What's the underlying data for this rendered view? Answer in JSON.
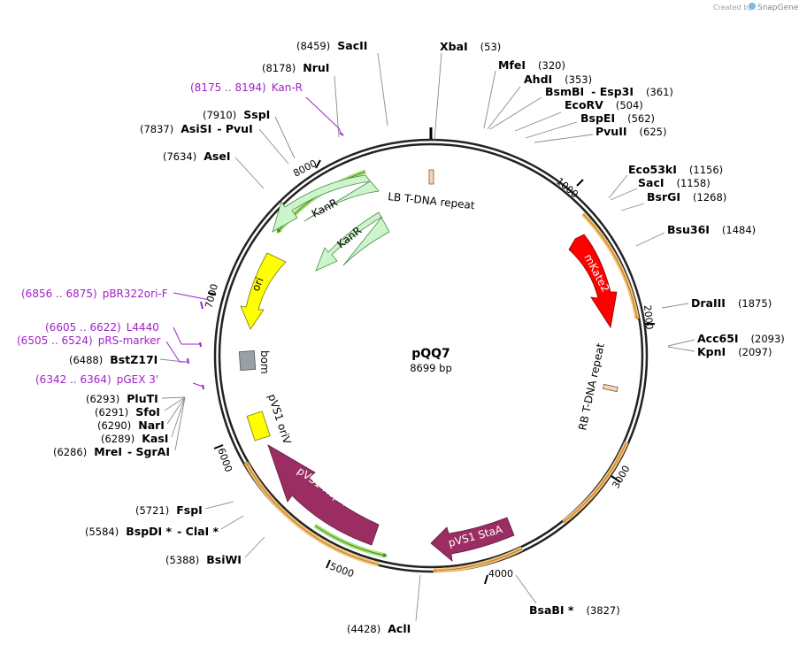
{
  "header": {
    "created_by": "Created by",
    "brand": "SnapGene",
    "brand_icon": "snapgene-logo-icon"
  },
  "plasmid": {
    "name": "pQQ7",
    "length_label": "8699 bp",
    "length": 8699
  },
  "ticks": [
    "1000",
    "2000",
    "3000",
    "4000",
    "5000",
    "6000",
    "7000",
    "8000"
  ],
  "sites": [
    {
      "id": "xbai",
      "name": "XbaI",
      "pos": "(53)"
    },
    {
      "id": "mfei",
      "name": "MfeI",
      "pos": "(320)"
    },
    {
      "id": "ahdi",
      "name": "AhdI",
      "pos": "(353)"
    },
    {
      "id": "bsmbi",
      "name": "BsmBI",
      "name2": "Esp3I",
      "pos": "(361)"
    },
    {
      "id": "ecorv",
      "name": "EcoRV",
      "pos": "(504)"
    },
    {
      "id": "bspei",
      "name": "BspEI",
      "pos": "(562)"
    },
    {
      "id": "pvuii",
      "name": "PvuII",
      "pos": "(625)"
    },
    {
      "id": "eco53ki",
      "name": "Eco53kI",
      "pos": "(1156)"
    },
    {
      "id": "saci",
      "name": "SacI",
      "pos": "(1158)"
    },
    {
      "id": "bsrgi",
      "name": "BsrGI",
      "pos": "(1268)"
    },
    {
      "id": "bsu36i",
      "name": "Bsu36I",
      "pos": "(1484)"
    },
    {
      "id": "draiii",
      "name": "DraIII",
      "pos": "(1875)"
    },
    {
      "id": "acc65i",
      "name": "Acc65I",
      "pos": "(2093)"
    },
    {
      "id": "kpni",
      "name": "KpnI",
      "pos": "(2097)"
    },
    {
      "id": "bsabi",
      "name": "BsaBI *",
      "pos": "(3827)"
    },
    {
      "id": "acli",
      "name": "AclI",
      "pos": "(4428)"
    },
    {
      "id": "bsiwi",
      "name": "BsiWI",
      "pos": "(5388)"
    },
    {
      "id": "bspdi",
      "name": "BspDI *",
      "name2": "ClaI *",
      "pos": "(5584)"
    },
    {
      "id": "fspi",
      "name": "FspI",
      "pos": "(5721)"
    },
    {
      "id": "mrei",
      "name": "MreI",
      "name2": "SgrAI",
      "pos": "(6286)"
    },
    {
      "id": "kasi",
      "name": "KasI",
      "pos": "(6289)"
    },
    {
      "id": "nari",
      "name": "NarI",
      "pos": "(6290)"
    },
    {
      "id": "sfoi",
      "name": "SfoI",
      "pos": "(6291)"
    },
    {
      "id": "pluti",
      "name": "PluTI",
      "pos": "(6293)"
    },
    {
      "id": "bstz17i",
      "name": "BstZ17I",
      "pos": "(6488)"
    },
    {
      "id": "asei",
      "name": "AseI",
      "pos": "(7634)"
    },
    {
      "id": "asisi",
      "name": "AsiSI",
      "name2": "PvuI",
      "pos": "(7837)"
    },
    {
      "id": "sspi",
      "name": "SspI",
      "pos": "(7910)"
    },
    {
      "id": "nrui",
      "name": "NruI",
      "pos": "(8178)"
    },
    {
      "id": "sacii",
      "name": "SacII",
      "pos": "(8459)"
    }
  ],
  "primers": [
    {
      "id": "kanr",
      "range": "(8175 .. 8194)",
      "name": "Kan-R"
    },
    {
      "id": "pbr322",
      "range": "(6856 .. 6875)",
      "name": "pBR322ori-F"
    },
    {
      "id": "l4440",
      "range": "(6605 .. 6622)",
      "name": "L4440"
    },
    {
      "id": "prs",
      "range": "(6505 .. 6524)",
      "name": "pRS-marker"
    },
    {
      "id": "pgex",
      "range": "(6342 .. 6364)",
      "name": "pGEX 3'"
    }
  ],
  "features": {
    "lb_repeat": "LB T-DNA repeat",
    "rb_repeat": "RB T-DNA repeat",
    "mkate2": "mKate2",
    "kanr_outer": "KanR",
    "kanr_inner": "KanR",
    "ori": "ori",
    "bom": "bom",
    "pvs1_oriv": "pVS1 oriV",
    "pvs1_repa": "pVS1 RepA",
    "pvs1_staa": "pVS1 StaA"
  },
  "colors": {
    "backbone": "#222222",
    "mkate2": "#ff0000",
    "kanr": "#ccf5cc",
    "ori": "#ffff00",
    "bom": "#9aa0a8",
    "pvs1": "#9b2d63",
    "t_dna": "#f2d5b8",
    "primer": "#a020c8",
    "orf_arrow": "#f5c27a"
  }
}
